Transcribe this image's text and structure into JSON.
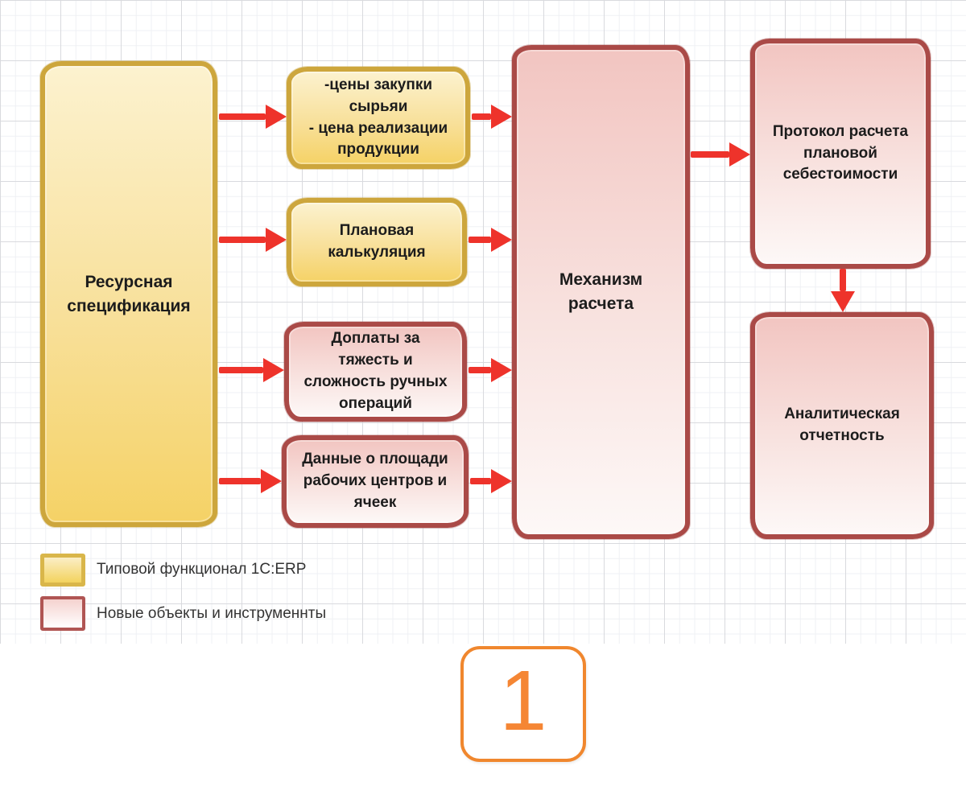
{
  "diagram": {
    "nodes": {
      "resource_spec": {
        "lines": [
          "Ресурсная",
          "спецификация"
        ],
        "category": "erp"
      },
      "purchase_prices": {
        "lines": [
          "-цены закупки",
          "сырьяи",
          "- цена реализации",
          "продукции"
        ],
        "category": "erp"
      },
      "planned_calculation": {
        "lines": [
          "Плановая",
          "калькуляция"
        ],
        "category": "erp"
      },
      "surcharges": {
        "lines": [
          "Доплаты за",
          "тяжесть и",
          "сложность ручных",
          "операций"
        ],
        "category": "new"
      },
      "workcenter_area": {
        "lines": [
          "Данные о площади",
          "рабочих центров и",
          "ячеек"
        ],
        "category": "new"
      },
      "calc_engine": {
        "lines": [
          "Механизм",
          "расчета"
        ],
        "category": "new"
      },
      "calc_protocol": {
        "lines": [
          "Протокол расчета",
          "плановой",
          "себестоимости"
        ],
        "category": "new"
      },
      "analytics": {
        "lines": [
          "Аналитическая",
          "отчетность"
        ],
        "category": "new"
      }
    },
    "edges": [
      {
        "from": "resource_spec",
        "to": "purchase_prices"
      },
      {
        "from": "resource_spec",
        "to": "planned_calculation"
      },
      {
        "from": "resource_spec",
        "to": "surcharges"
      },
      {
        "from": "resource_spec",
        "to": "workcenter_area"
      },
      {
        "from": "purchase_prices",
        "to": "calc_engine"
      },
      {
        "from": "planned_calculation",
        "to": "calc_engine"
      },
      {
        "from": "surcharges",
        "to": "calc_engine"
      },
      {
        "from": "workcenter_area",
        "to": "calc_engine"
      },
      {
        "from": "calc_engine",
        "to": "calc_protocol"
      },
      {
        "from": "calc_protocol",
        "to": "analytics"
      }
    ]
  },
  "legend": {
    "erp_label": "Типовой функционал 1С:ERP",
    "new_label": "Новые объекты и инструменнты"
  },
  "page_number": "1",
  "colors": {
    "arrow_red": "#ee332b",
    "erp_fill_top": "#fcf2cf",
    "erp_fill_bottom": "#f5d266",
    "erp_border": "#cda63c",
    "new_fill_top": "#f2c5c1",
    "new_fill_bottom": "#fdf8f7",
    "new_border": "#aa4a47",
    "page_orange": "#f58634"
  }
}
